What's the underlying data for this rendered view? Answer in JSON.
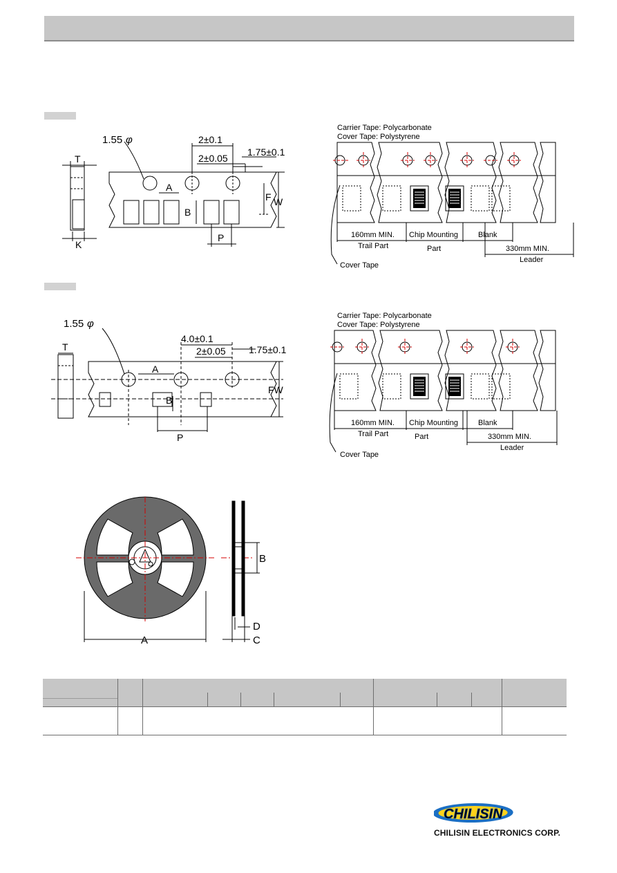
{
  "tape_top": {
    "hole_dia": "1.55",
    "phi": "φ",
    "pitch_holes": "2±0.1",
    "p2": "2±0.05",
    "edge": "1.75±0.1",
    "T": "T",
    "K": "K",
    "A": "A",
    "B": "B",
    "F": "F",
    "W": "W",
    "P": "P"
  },
  "tape_mid": {
    "hole_dia": "1.55",
    "phi": "φ",
    "pitch_holes": "4.0±0.1",
    "p2": "2±0.05",
    "edge": "1.75±0.1",
    "T": "T",
    "A": "A",
    "B": "B",
    "FW": "FW",
    "P": "P"
  },
  "leader_diagram": {
    "carrier": "Carrier Tape: Polycarbonate",
    "cover": "Cover Tape: Polystyrene",
    "trail_len": "160mm MIN.",
    "trail": "Trail Part",
    "chip_mounting": "Chip Mounting",
    "part": "Part",
    "blank": "Blank",
    "leader_len": "330mm MIN.",
    "leader": "Leader",
    "cover_tape": "Cover Tape"
  },
  "reel": {
    "A": "A",
    "B": "B",
    "C": "C",
    "D": "D"
  },
  "logo": {
    "brand": "CHILISIN",
    "corp": "CHILISIN ELECTRONICS CORP."
  }
}
